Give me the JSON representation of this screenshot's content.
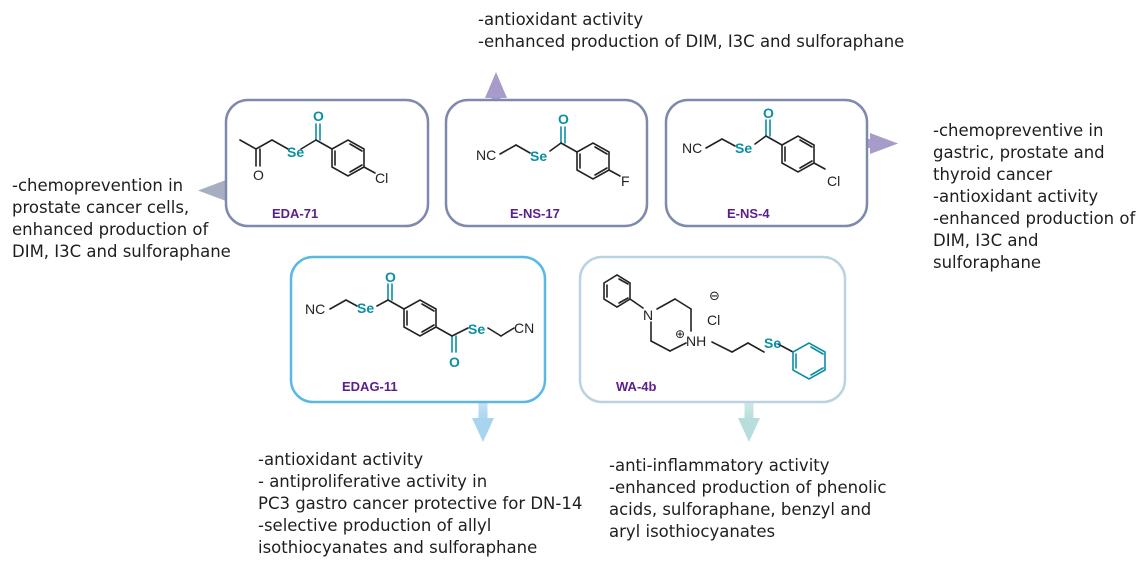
{
  "colors": {
    "box_top_border": "#7f89ad",
    "box_edag_border": "#5ab8e6",
    "box_wa_border": "#b9d3e3",
    "arrow_purple": "#a79bc9",
    "arrow_gray": "#a7aec1",
    "arrow_light_blue": "#a9d4f0",
    "arrow_teal": "#b7dedc",
    "compound_label": "#5a1f8c",
    "heteroatom": "#0a8fa3",
    "bond": "#222222",
    "text": "#1e1e1e"
  },
  "atoms": {
    "o": "O",
    "se": "Se",
    "cl": "Cl",
    "f": "F",
    "nc": "NC",
    "cn": "CN",
    "n": "N",
    "nh": "NH",
    "plus": "⊕",
    "minus": "⊖"
  },
  "compounds": [
    {
      "id": "eda71",
      "label": "EDA-71"
    },
    {
      "id": "ens17",
      "label": "E-NS-17"
    },
    {
      "id": "ens4",
      "label": "E-NS-4"
    },
    {
      "id": "edag11",
      "label": "EDAG-11"
    },
    {
      "id": "wa4b",
      "label": "WA-4b"
    }
  ],
  "activities": {
    "eda71": [
      "-chemoprevention in",
      "prostate cancer cells,",
      "enhanced production of",
      "DIM, I3C and sulforaphane"
    ],
    "ens17": [
      "-antioxidant activity",
      "-enhanced production of DIM, I3C and sulforaphane"
    ],
    "ens4": [
      "-chemopreventive in",
      "gastric, prostate and",
      "thyroid cancer",
      "-antioxidant activity",
      "-enhanced production of",
      "DIM, I3C and",
      "sulforaphane"
    ],
    "edag11": [
      "-antioxidant activity",
      "- antiproliferative activity in",
      "PC3 gastro cancer protective for DN-14",
      "-selective production of allyl",
      "isothiocyanates and sulforaphane"
    ],
    "wa4b": [
      "-anti-inflammatory activity",
      "-enhanced production of phenolic",
      "acids, sulforaphane, benzyl and",
      "aryl isothiocyanates"
    ]
  }
}
